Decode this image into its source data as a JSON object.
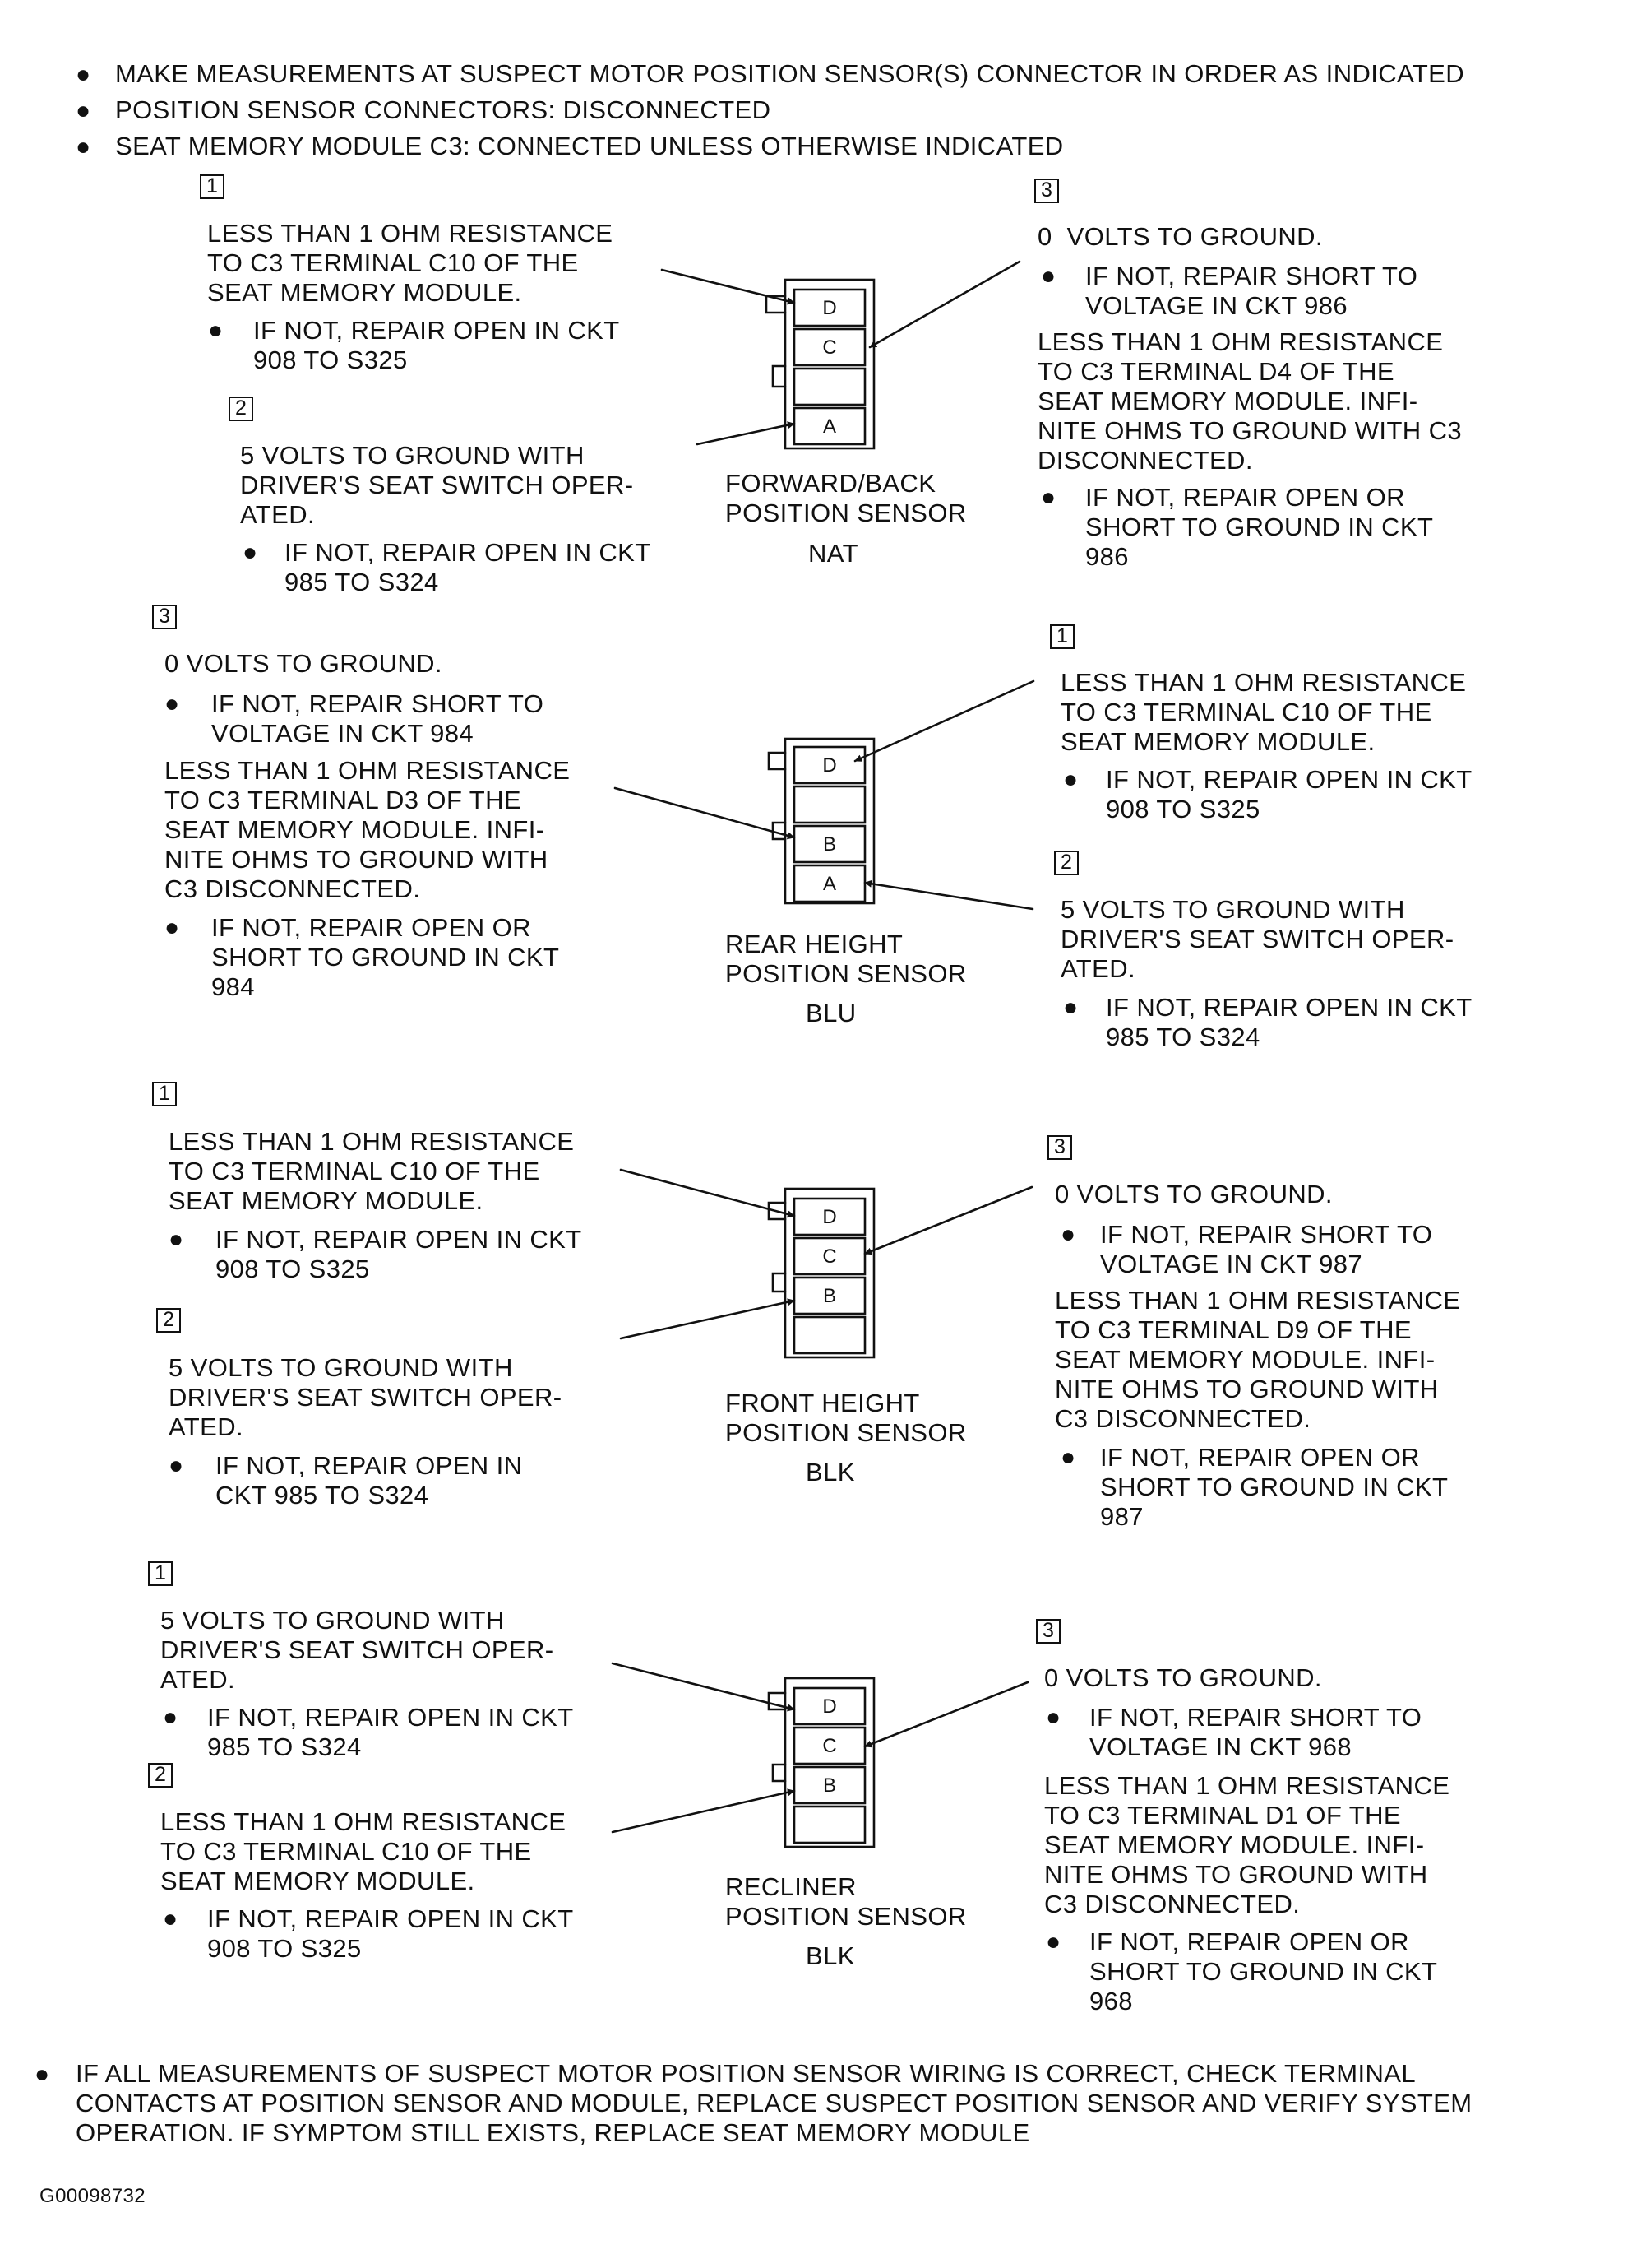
{
  "intro": [
    "MAKE MEASUREMENTS AT SUSPECT MOTOR POSITION SENSOR(S) CONNECTOR IN ORDER AS INDICATED",
    "POSITION SENSOR CONNECTORS: DISCONNECTED",
    "SEAT MEMORY MODULE C3: CONNECTED UNLESS OTHERWISE INDICATED"
  ],
  "s1": {
    "step1": "1",
    "c1": "LESS THAN 1 OHM RESISTANCE\nTO C3 TERMINAL C10 OF THE\nSEAT MEMORY MODULE.",
    "c1r": "IF NOT, REPAIR OPEN IN CKT\n908 TO S325",
    "step2": "2",
    "c2": "5 VOLTS TO GROUND WITH\nDRIVER'S SEAT SWITCH OPER-\nATED.",
    "c2r": "IF NOT, REPAIR OPEN IN CKT\n985 TO S324",
    "step3": "3",
    "c3": "0  VOLTS TO GROUND.",
    "c3r": "IF NOT, REPAIR SHORT TO\nVOLTAGE IN CKT 986",
    "c3b": "LESS THAN 1 OHM RESISTANCE\nTO C3 TERMINAL D4 OF THE\nSEAT MEMORY MODULE. INFI-\nNITE OHMS TO GROUND WITH C3\nDISCONNECTED.",
    "c3br": "IF NOT, REPAIR OPEN OR\nSHORT TO GROUND IN CKT\n986",
    "label": "FORWARD/BACK\nPOSITION SENSOR",
    "color": "NAT",
    "pins": [
      "D",
      "C",
      "",
      "A"
    ]
  },
  "s2": {
    "step3": "3",
    "c3": "0 VOLTS TO GROUND.",
    "c3r": "IF NOT, REPAIR SHORT TO\nVOLTAGE IN CKT 984",
    "c3b": "LESS THAN 1 OHM RESISTANCE\nTO C3 TERMINAL D3 OF THE\nSEAT MEMORY MODULE. INFI-\nNITE OHMS TO GROUND WITH\nC3 DISCONNECTED.",
    "c3br": "IF NOT, REPAIR OPEN OR\nSHORT TO GROUND IN CKT\n984",
    "step1": "1",
    "c1": "LESS THAN 1 OHM RESISTANCE\nTO C3 TERMINAL C10 OF THE\nSEAT MEMORY MODULE.",
    "c1r": "IF NOT, REPAIR OPEN IN CKT\n908 TO S325",
    "step2": "2",
    "c2": "5 VOLTS TO GROUND WITH\nDRIVER'S SEAT SWITCH OPER-\nATED.",
    "c2r": "IF NOT, REPAIR OPEN IN CKT\n985 TO S324",
    "label": "REAR HEIGHT\nPOSITION SENSOR",
    "color": "BLU",
    "pins": [
      "D",
      "",
      "B",
      "A"
    ]
  },
  "s3": {
    "step1": "1",
    "c1": "LESS THAN 1 OHM RESISTANCE\nTO C3 TERMINAL C10 OF THE\nSEAT MEMORY MODULE.",
    "c1r": "IF NOT, REPAIR OPEN IN CKT\n908 TO S325",
    "step2": "2",
    "c2": "5 VOLTS TO GROUND WITH\nDRIVER'S SEAT SWITCH OPER-\nATED.",
    "c2r": "IF NOT, REPAIR OPEN IN\nCKT 985 TO S324",
    "step3": "3",
    "c3": "0 VOLTS TO GROUND.",
    "c3r": "IF NOT, REPAIR SHORT TO\nVOLTAGE IN CKT 987",
    "c3b": "LESS THAN 1 OHM RESISTANCE\nTO C3 TERMINAL D9 OF THE\nSEAT MEMORY MODULE. INFI-\nNITE OHMS TO GROUND WITH\nC3 DISCONNECTED.",
    "c3br": "IF NOT, REPAIR OPEN OR\nSHORT TO GROUND IN CKT\n987",
    "label": "FRONT HEIGHT\nPOSITION SENSOR",
    "color": "BLK",
    "pins": [
      "D",
      "C",
      "B",
      ""
    ]
  },
  "s4": {
    "step1": "1",
    "c1": "5 VOLTS TO GROUND WITH\nDRIVER'S SEAT SWITCH OPER-\nATED.",
    "c1r": "IF NOT, REPAIR OPEN IN CKT\n985 TO S324",
    "step2": "2",
    "c2": "LESS THAN 1 OHM RESISTANCE\nTO C3 TERMINAL C10 OF THE\nSEAT MEMORY MODULE.",
    "c2r": "IF NOT, REPAIR OPEN IN CKT\n908 TO S325",
    "step3": "3",
    "c3": "0 VOLTS TO GROUND.",
    "c3r": "IF NOT, REPAIR SHORT TO\nVOLTAGE IN CKT 968",
    "c3b": "LESS THAN 1 OHM RESISTANCE\nTO C3 TERMINAL D1 OF THE\nSEAT MEMORY MODULE. INFI-\nNITE OHMS TO GROUND WITH\nC3 DISCONNECTED.",
    "c3br": "IF NOT, REPAIR OPEN OR\nSHORT TO GROUND IN CKT\n968",
    "label": "RECLINER\nPOSITION SENSOR",
    "color": "BLK",
    "pins": [
      "D",
      "C",
      "B",
      ""
    ]
  },
  "footer": "IF ALL MEASUREMENTS OF SUSPECT MOTOR POSITION SENSOR WIRING IS CORRECT, CHECK TERMINAL\nCONTACTS AT POSITION SENSOR AND MODULE, REPLACE SUSPECT POSITION SENSOR AND VERIFY SYSTEM\nOPERATION. IF SYMPTOM STILL EXISTS, REPLACE SEAT MEMORY MODULE",
  "doc_id": "G00098732"
}
